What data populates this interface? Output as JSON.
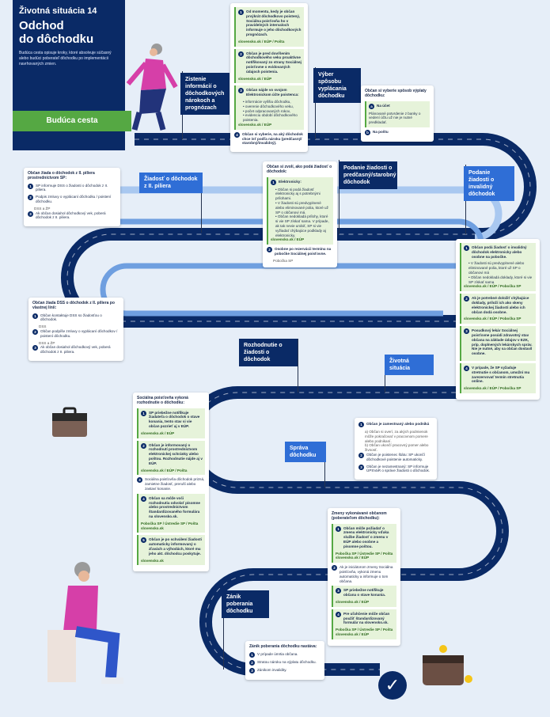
{
  "hero": {
    "situation": "Životná situácia 14",
    "title_line1": "Odchod",
    "title_line2": "do dôchodku",
    "description": "Budúca cesta opisuje kroky, ktoré absolvuje súčasný alebo budúci poberateľ dôchodku po implementácii navrhovaných zmien.",
    "tab": "Budúca cesta"
  },
  "flags": {
    "zistenie": "Zistenie informácií o dôchodkových nárokoch a prognózach",
    "vyber": "Výber spôsobu vyplácania dôchodku",
    "ziadost_ii": "Žiadosť o dôchodok z II. piliera",
    "podanie_preds": "Podanie žiadosti o predčasný/starobný dôchodok",
    "podanie_invalid": "Podanie žiadosti o invalidný dôchodok",
    "rozhodnutie": "Rozhodnutie o žiadosti o dôchodok",
    "zivotna": "Životná situácia",
    "sprava": "Správa dôchodku",
    "zanik": "Zánik poberania dôchodku"
  },
  "card_info": {
    "i1": "Od momentu, kedy je občan prvýkrát dôchodkovo poistený, Sociálna poisťovňa ho v pravidelných intervaloch informuje o jeho dôchodkových prognózach.",
    "i1_link": "slovensko.sk / EÚP / Pošta",
    "i2": "Občan je pred dovŕšením dôchodkového veku proaktívne notifikovaný zo strany Sociálnej poisťovne o evidovaných údajoch poistenia.",
    "i2_link": "slovensko.sk / EÚP",
    "i3": "Občan nájde vo svojom Elektronickom účte poistenca:",
    "i3_b1": "informácie vyššiu dôchodku,",
    "i3_b2": "overenie dôchodkového veku,",
    "i3_b3": "počet odpracovaných rokov,",
    "i3_b4": "evidenciu období dôchodkového poistenia.",
    "i3_link": "slovensko.sk / EÚP",
    "i4": "Občan si vyberie, na aký dôchodok chce ísť podľa nároku (predčasný/ starobný/invalidný)."
  },
  "card_vyber": {
    "title": "Občan si vyberie spôsob výplaty dôchodku:",
    "a_title": "Na účet",
    "a_text": "Plánované potvrdenie z banky o vedení účtu už nie je nutné predkladať.",
    "b_title": "Na poštu"
  },
  "card_ii": {
    "title": "Občan žiada o dôchodok z II. piliera prostredníctvom SP:",
    "s1": "SP informuje DSS o žiadosti o dôchodok z II. piliera.",
    "s2": "Podpis zmluvy o vyplácaní dôchodku / poistení dôchodku.",
    "s2_sub": "DSS a ŽP",
    "s3": "Ak občan dosiahol dôchodkový vek, poberá dôchodok z II. piliera."
  },
  "card_preds": {
    "title": "Občan si zvolí, ako podá žiadosť o dôchodok:",
    "e_title": "Elektronicky:",
    "e_b1": "Občan si podá žiadosť elektronicky aj s potrebnými prílohami.",
    "e_b2": "V žiadosti sú predvyplnené alebo eliminované polia, ktoré už SP o občanovi má.",
    "e_b3": "Občan nedokladá prílohy, ktoré si vie SP získať sama. V prípade, ak tak nevie urobiť, SP si vie vyžiadať chýbajúce podklady aj elektronicky.",
    "e_link": "slovensko.sk / EÚP",
    "o_title": "Osobne po rezervácii termínu na pobočke Sociálnej poisťovne.",
    "o_link": "Pobočka SP"
  },
  "card_invalid": {
    "s1": "Občan podá žiadosť o invalidný dôchodok elektronicky alebo osobne na pobočke.",
    "s1_b1": "V žiadosti sú predvyplnené alebo eliminované polia, ktoré už SP o občanovi má",
    "s1_b2": "Občan nedokladá doklady, ktoré si vie SP získať sama",
    "s1_link": "slovensko.sk / EÚP / Pobočka SP",
    "s2": "Ak je potrebné doložiť chýbajúce doklady, príloží ich ako skeny elektronickej žiadosti alebo ich občan dodá osobne.",
    "s2_link": "slovensko.sk / EÚP / Pobočka SP",
    "s3": "Posudkový lekár Sociálnej poisťovne posúdi zdravotný stav občana na základe údajov v EZK, príp. doplnených lekárskych správ. Nie je nutné, aby sa občan dostavil osobne.",
    "s4": "V prípade, že SP vyžaduje stretnutie s občanom, umožní mu zarezervovať termín stretnutia online.",
    "s4_link": "slovensko.sk / EÚP / Pobočka SP"
  },
  "card_dss": {
    "title": "Občan žiada DSS o dôchodok z II. piliera po vlastnej línii:",
    "s1": "Občan kontaktuje DSS so žiadosťou o dôchodok.",
    "s1_sub": "DSS",
    "s2": "Občan podpíše zmluvy o vyplácaní dôchodkov / poistení dôchodku.",
    "s2_sub": "DSS a ŽP",
    "s3": "Ak občan dosiahol dôchodkový vek, poberá dôchodok z II. piliera."
  },
  "card_rozh": {
    "title": "Sociálna poisťovňa vykoná rozhodnutie o dôchodku:",
    "s1": "SP priebežne notifikuje žiadateľa o dôchodok o stave konania, tento stav si vie občan pozrieť aj v EÚP.",
    "s1_link": "slovensko.sk / EÚP",
    "s2": "Občan je informovaný o rozhodnutí prostredníctvom elektronickej schránky alebo poštou. Rozhodnutie nájde aj v EÚP.",
    "s2_link": "slovensko.sk / EÚP / Pošta",
    "s3": "Sociálna poisťovňa dôchodok prizná, zamietne žiadosť, preruší alebo zastaví konanie.",
    "s4": "Občan sa môže voči rozhodnutiu odvolať písomne alebo prostredníctvom štandardizovaného formulára na slovensko.sk.",
    "s4_link": "Pobočka SP / Ústredie SP / Pošta",
    "s4_link2": "slovensko.sk",
    "s5": "Občan je po schválení žiadosti automaticky informovaný o zľavách a výhodách, ktoré mu jeho akt. dôchodcu poskytuje.",
    "s5_link": "slovensko.sk"
  },
  "card_zivot": {
    "s1": "Občan je zamestnaný alebo podniká",
    "s1_a": "a) Občan si overí, za akých podmienok môže pokračovať v pracovnom pomere alebo podnikaní.",
    "s1_b": "b) Občan ukončí pracovný pomer alebo živnosť.",
    "s2": "Občan je poistenec štátu: SP ukončí dôchodkové poistenie automaticky.",
    "s3": "Občan je nezamestnaný: SP informuje ÚPSVaR o správe žiadosti o dôchodok."
  },
  "card_zmeny": {
    "title": "Zmeny vykonávané občanom (poberateľom dôchodku):",
    "s1": "Občan môže požiadať o zmenu elektronicky vďaka službe Žiadosť o zmenu v EÚP alebo osobne a písomne poštou.",
    "s1_link": "Pobočka SP / Ústredie SP / Pošta",
    "s1_link2": "slovensko.sk / EÚP",
    "s2": "Ak je iniciátorom zmeny Sociálna poisťovňa, vykoná zmenu automaticky a informuje o tom občana.",
    "s3": "SP priebežne notifikuje občana o stave konania.",
    "s3_link": "slovensko.sk / EÚP",
    "s4": "Pre uľahčenie môže občan použiť štandardizovaný formulár na slovensko.sk.",
    "s4_link": "Pobočka SP / Ústredie SP / Pošta",
    "s4_link2": "slovensko.sk / EÚP"
  },
  "card_zanik": {
    "title": "Zánik poberania dôchodku nastáva:",
    "s1": "V prípade úmrtia občana.",
    "s2": "Stratou nároku na výplatu dôchodku.",
    "s3": "Zánikom invalidity."
  },
  "check": "✓"
}
